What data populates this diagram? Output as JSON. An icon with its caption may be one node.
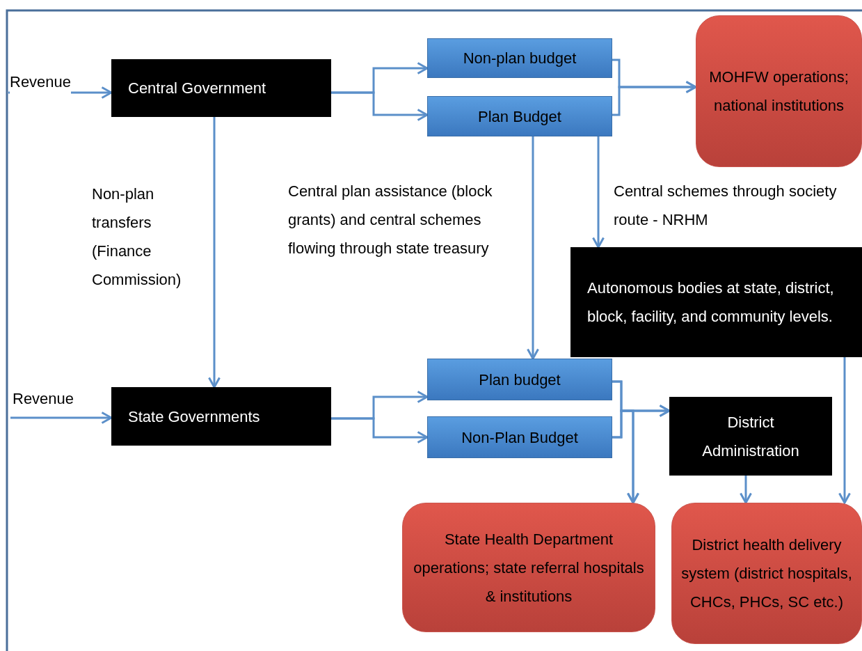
{
  "diagram": {
    "nodes": [
      {
        "text": [
          "Central Government"
        ]
      },
      {
        "text": [
          "Non-plan budget"
        ]
      },
      {
        "text": [
          "Plan Budget"
        ]
      },
      {
        "text": [
          "MOHFW operations; national institutions"
        ]
      },
      {
        "text": [
          "Autonomous bodies at state, district, block, facility, and community levels."
        ]
      },
      {
        "text": [
          "State Governments"
        ]
      },
      {
        "text": [
          "Plan budget"
        ]
      },
      {
        "text": [
          "Non-Plan Budget"
        ]
      },
      {
        "text": [
          "District Administration"
        ]
      },
      {
        "text": [
          "State Health Department operations; state referral hospitals & institutions"
        ]
      },
      {
        "text": [
          "District health delivery system (district hospitals, CHCs, PHCs, SC etc.)"
        ]
      }
    ],
    "edges": [
      {
        "from": null,
        "to": 0,
        "arrow": "to",
        "label": "Revenue"
      },
      {
        "from": 0,
        "to": 1,
        "arrow": "to"
      },
      {
        "from": 0,
        "to": 2,
        "arrow": "to"
      },
      {
        "from": 1,
        "to": 3,
        "arrow": "to"
      },
      {
        "from": 2,
        "to": 3,
        "arrow": "to"
      },
      {
        "from": 0,
        "to": 5,
        "arrow": "to",
        "label": "Non-plan transfers (Finance Commission)"
      },
      {
        "from": 2,
        "to": 6,
        "arrow": "to",
        "label": "Central plan assistance (block grants) and central schemes flowing through state treasury"
      },
      {
        "from": 2,
        "to": 4,
        "arrow": "to",
        "label": "Central schemes through society route - NRHM"
      },
      {
        "from": null,
        "to": 5,
        "arrow": "to",
        "label": "Revenue"
      },
      {
        "from": 5,
        "to": 6,
        "arrow": "to"
      },
      {
        "from": 5,
        "to": 7,
        "arrow": "to"
      },
      {
        "from": 6,
        "to": 8,
        "arrow": "to"
      },
      {
        "from": 7,
        "to": 8,
        "arrow": "to"
      },
      {
        "from": 6,
        "to": 9,
        "arrow": "to"
      },
      {
        "from": 7,
        "to": 9,
        "arrow": "to"
      },
      {
        "from": 8,
        "to": 10,
        "arrow": "to"
      },
      {
        "from": 4,
        "to": 10,
        "arrow": "to"
      }
    ]
  }
}
